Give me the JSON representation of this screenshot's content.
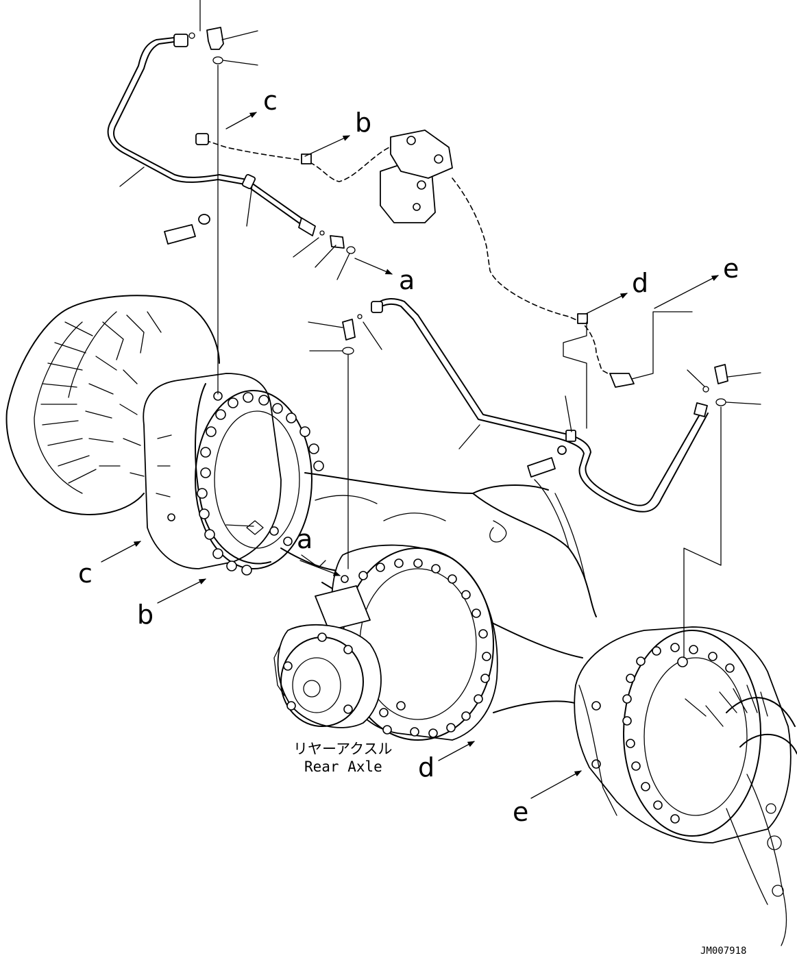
{
  "callouts": {
    "a_top": "a",
    "a_bottom": "a",
    "b_top": "b",
    "b_bottom": "b",
    "c_top": "c",
    "c_bottom": "c",
    "d_top": "d",
    "d_bottom": "d",
    "e_top": "e",
    "e_bottom": "e"
  },
  "caption": {
    "japanese": "リヤーアクスル",
    "english": "Rear Axle"
  },
  "drawing_code": "JM007918"
}
